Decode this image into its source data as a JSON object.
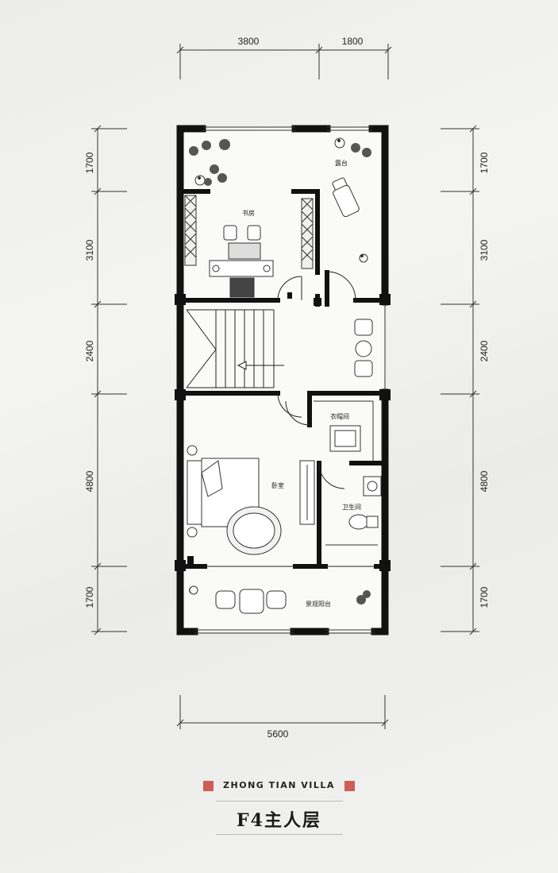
{
  "dimensions": {
    "top": [
      "3800",
      "1800"
    ],
    "bottom": [
      "5600"
    ],
    "left": [
      "1700",
      "3100",
      "2400",
      "4800",
      "1700"
    ],
    "right": [
      "1700",
      "3100",
      "2400",
      "4800",
      "1700"
    ]
  },
  "rooms": {
    "terrace": "露台",
    "study": "书房",
    "closet": "衣帽间",
    "bedroom": "卧室",
    "bathroom": "卫生间",
    "balcony": "景观阳台"
  },
  "footer": {
    "brand": "ZHONG TIAN VILLA",
    "title": "F4主人层"
  },
  "colors": {
    "wall": "#111111",
    "seal": "#c7433a"
  }
}
